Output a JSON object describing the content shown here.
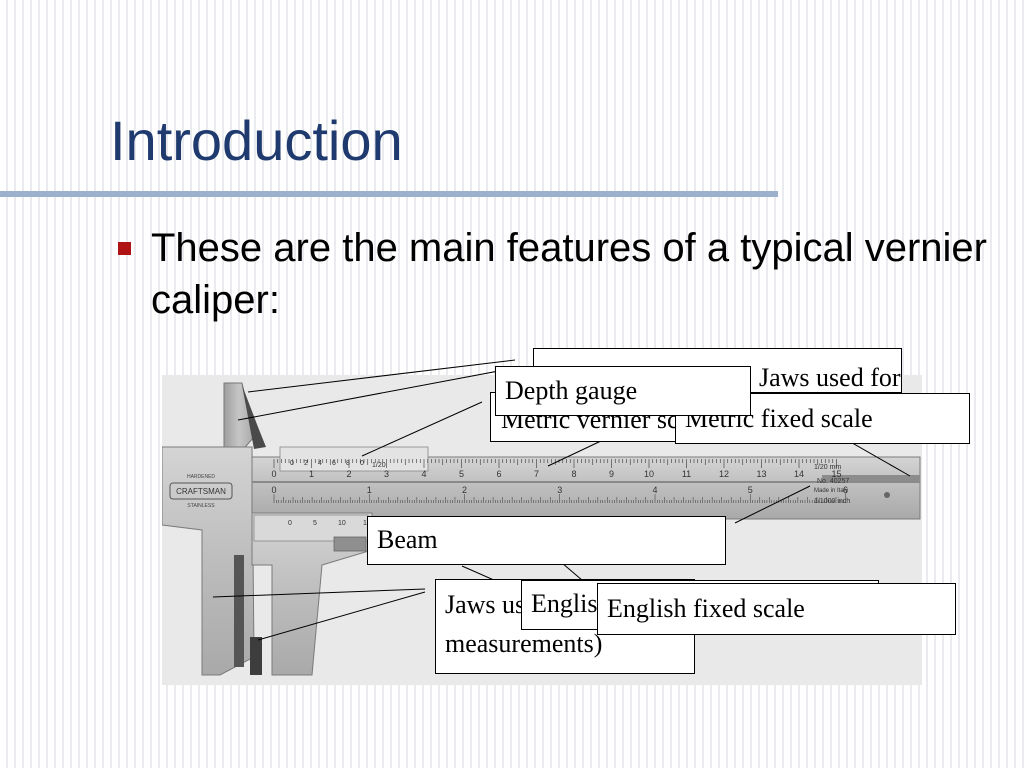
{
  "slide": {
    "title": "Introduction",
    "bullet": "These are the main features of a typical vernier caliper:"
  },
  "caliper": {
    "brand": "CRAFTSMAN",
    "stamp_top": "HARDENED",
    "stamp_bottom": "STAINLESS",
    "model": "No. 40257",
    "origin": "Made in Italy",
    "metric_resolution": "1/20 mm",
    "inch_resolution": "1/1000 inch",
    "vernier_fraction": "1/20",
    "fixed_metric_numbers": [
      "0",
      "1",
      "2",
      "3",
      "4",
      "5",
      "6",
      "7",
      "8",
      "9",
      "10",
      "11",
      "12",
      "13",
      "14",
      "15"
    ],
    "fixed_english_numbers": [
      "0",
      "1",
      "2",
      "3",
      "4",
      "5",
      "6"
    ],
    "vernier_metric_numbers": [
      "0",
      "2",
      "4",
      "6",
      "8",
      "0"
    ],
    "vernier_english_numbers": [
      "0",
      "5",
      "10",
      "15"
    ]
  },
  "labels": {
    "inside_jaws": "Jaws used for inside",
    "depth_gauge": "Depth gauge",
    "metric_vernier": "Metric vernier scale",
    "metric_fixed": "Metric fixed scale",
    "beam": "Beam",
    "jaws_outside": "Jaws used for outside",
    "jaws_outside_line2": "measurements)",
    "english_vernier": "English vernier scale",
    "english_fixed": "English fixed  scale"
  },
  "colors": {
    "title": "#1f3a6e",
    "rule": "#9db1cf",
    "bullet_marker": "#b01313"
  }
}
